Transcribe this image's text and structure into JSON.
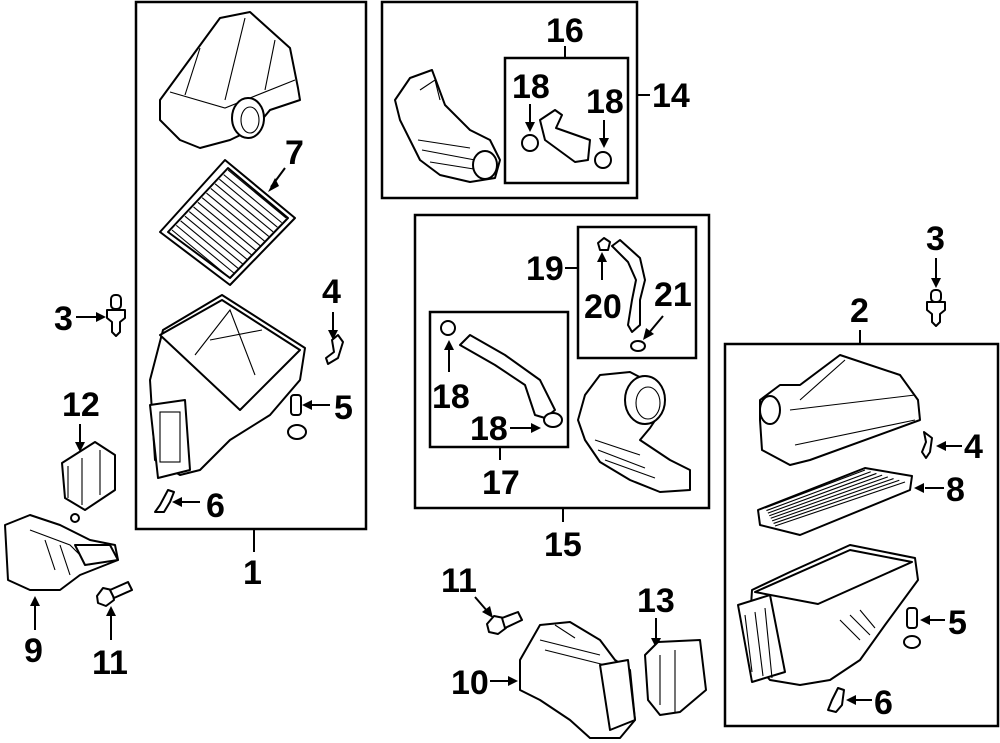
{
  "diagram": {
    "title": "Air Intake / Air Cleaner Assembly Exploded Diagram",
    "boxes": [
      {
        "id": "box-1",
        "label": "1"
      },
      {
        "id": "box-2",
        "label": "2"
      },
      {
        "id": "box-14",
        "label": "14"
      },
      {
        "id": "box-16",
        "label": "16"
      },
      {
        "id": "box-15",
        "label": "15"
      },
      {
        "id": "box-17",
        "label": "17"
      },
      {
        "id": "box-19",
        "label": "19"
      }
    ],
    "callouts": {
      "c1": "1",
      "c2": "2",
      "c3_left": "3",
      "c3_right": "3",
      "c4_left": "4",
      "c4_right": "4",
      "c5_left": "5",
      "c5_right": "5",
      "c6_left": "6",
      "c6_right": "6",
      "c7": "7",
      "c8": "8",
      "c9": "9",
      "c10": "10",
      "c11_left": "11",
      "c11_center": "11",
      "c12": "12",
      "c13": "13",
      "c14": "14",
      "c15": "15",
      "c16": "16",
      "c17": "17",
      "c18_a": "18",
      "c18_b": "18",
      "c18_c": "18",
      "c18_d": "18",
      "c19": "19",
      "c20": "20",
      "c21": "21"
    },
    "parts": [
      {
        "number": "1",
        "name": "air-cleaner-assembly-left"
      },
      {
        "number": "2",
        "name": "air-cleaner-assembly-right"
      },
      {
        "number": "3",
        "name": "push-pin-clip"
      },
      {
        "number": "4",
        "name": "spring-clip"
      },
      {
        "number": "5",
        "name": "grommet-bushing"
      },
      {
        "number": "6",
        "name": "retainer-clip"
      },
      {
        "number": "7",
        "name": "air-filter-element"
      },
      {
        "number": "8",
        "name": "air-filter-element"
      },
      {
        "number": "9",
        "name": "intake-duct"
      },
      {
        "number": "10",
        "name": "intake-duct"
      },
      {
        "number": "11",
        "name": "bolt"
      },
      {
        "number": "12",
        "name": "resonator"
      },
      {
        "number": "13",
        "name": "resonator"
      },
      {
        "number": "14",
        "name": "intake-hose-assembly"
      },
      {
        "number": "15",
        "name": "intake-hose-assembly"
      },
      {
        "number": "16",
        "name": "breather-hose-kit"
      },
      {
        "number": "17",
        "name": "breather-hose-kit"
      },
      {
        "number": "18",
        "name": "hose-clamp"
      },
      {
        "number": "19",
        "name": "vacuum-hose-kit"
      },
      {
        "number": "20",
        "name": "hose-clamp"
      },
      {
        "number": "21",
        "name": "hose-clamp"
      }
    ]
  }
}
